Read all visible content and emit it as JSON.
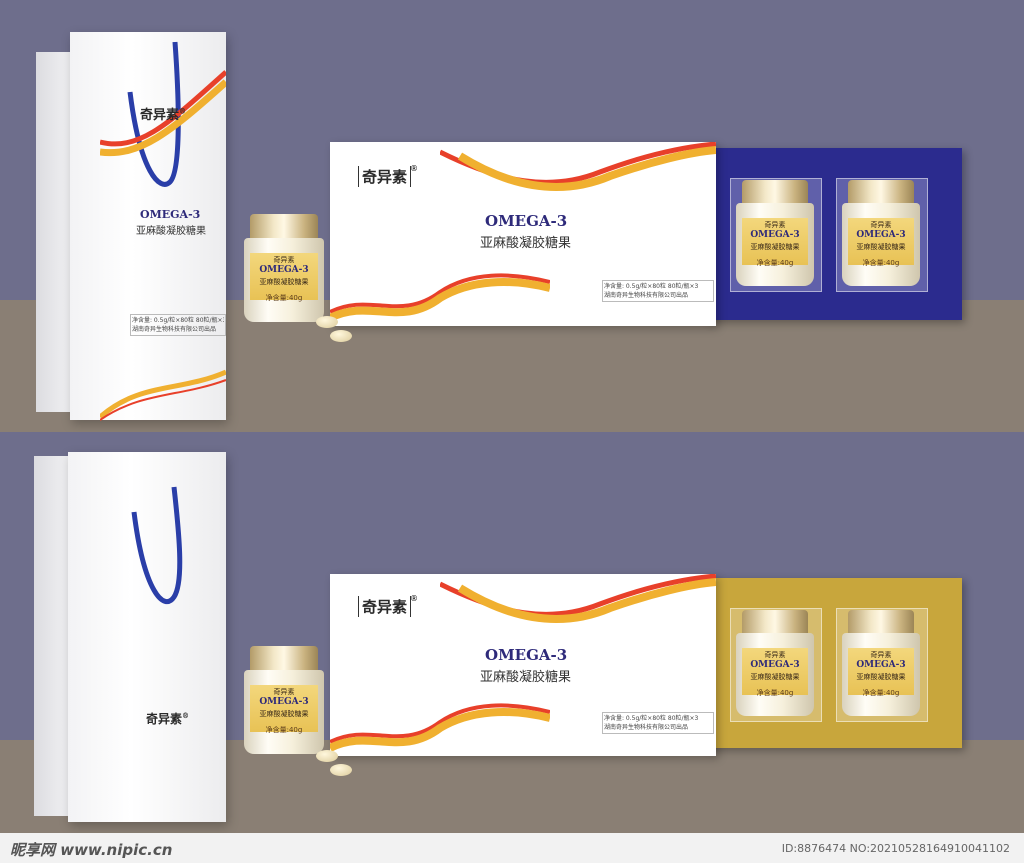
{
  "brand": "奇异素",
  "registered": "®",
  "product_en": "OMEGA-3",
  "product_cn": "亚麻酸凝胶糖果",
  "jar_net_weight": "净含量:40g",
  "spec_line": "净含量: 0.5g/粒×80粒  80粒/瓶×3",
  "maker_line": "湖南奇异生物科技有限公司出品",
  "watermark_site": "昵享网 www.nipic.cn",
  "watermark_id": "ID:8876474 NO:20210528164910041102",
  "colors": {
    "wall": "#6e6e8c",
    "floor": "#8a7f74",
    "tray_blue": "#2b2b8e",
    "tray_gold": "#c8a63c",
    "accent": "#e8a020"
  }
}
